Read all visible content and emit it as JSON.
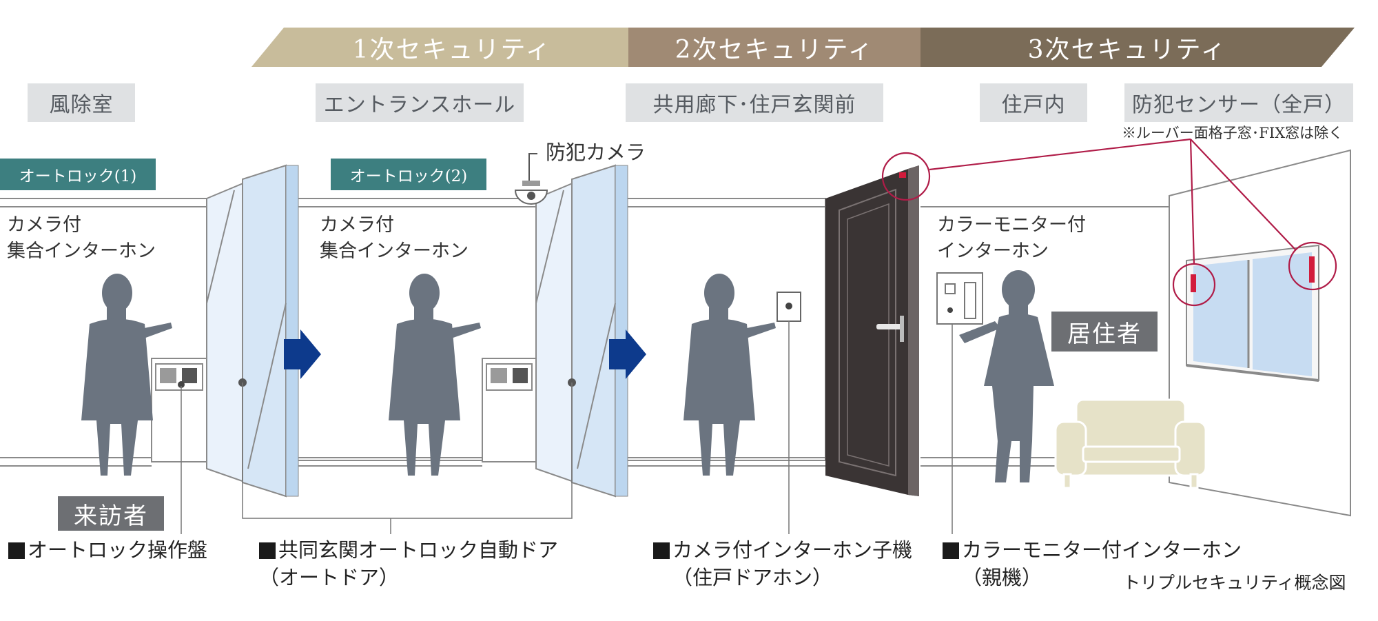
{
  "stages": [
    {
      "label": "1次セキュリティ",
      "color": "#c8bc9b"
    },
    {
      "label": "2次セキュリティ",
      "color": "#a08a74"
    },
    {
      "label": "3次セキュリティ",
      "color": "#7b6c58"
    }
  ],
  "areas": {
    "vestibule": "風除室",
    "entrance_hall": "エントランスホール",
    "corridor": "共用廊下･住戸玄関前",
    "inside_unit": "住戸内",
    "sensor": "防犯センサー（全戸）"
  },
  "sensor_note": "※ルーバー面格子窓･FIX窓は除く",
  "autolock_1": "オートロック(1)",
  "autolock_2": "オートロック(2)",
  "camera_label": "防犯カメラ",
  "intercom_1": {
    "line1": "カメラ付",
    "line2": "集合インターホン"
  },
  "intercom_2": {
    "line1": "カメラ付",
    "line2": "集合インターホン"
  },
  "monitor_intercom": {
    "line1": "カラーモニター付",
    "line2": "インターホン"
  },
  "visitor_label": "来訪者",
  "resident_label": "居住者",
  "captions": {
    "autolock_panel": "オートロック操作盤",
    "auto_door_line1": "共同玄関オートロック自動ドア",
    "auto_door_line2": "（オートドア）",
    "camera_sub_line1": "カメラ付インターホン子機",
    "camera_sub_line2": "（住戸ドアホン）",
    "monitor_main_line1": "カラーモニター付インターホン",
    "monitor_main_line2": "（親機）"
  },
  "title": "トリプルセキュリティ概念図",
  "colors": {
    "silhouette": "#6b7480",
    "arrow": "#0d3a8c",
    "glass": "#bcd6ef",
    "door": "#3a3434",
    "sofa": "#e6e2c8",
    "sensor_line": "#b01c48"
  }
}
